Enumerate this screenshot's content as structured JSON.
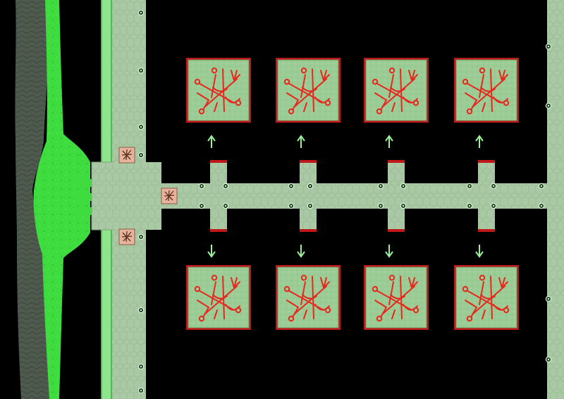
{
  "map": {
    "colors": {
      "background": "#000000",
      "floor": "#a9c9a5",
      "floor_edge": "#7fa27b",
      "bright_green": "#3fdc3f",
      "pale_green": "#8ee58c",
      "rock_grey": "#4f5a4f",
      "rune_red": "#e8271e",
      "tile_fill": "#9ccc95",
      "door_red": "#c01818",
      "arrow": "#9df09a",
      "stud": "#d9f2d5",
      "plaque": "#e6b49c"
    },
    "icons": {
      "rune": "rune-sigil-icon",
      "arrow_up": "arrow-up-icon",
      "arrow_down": "arrow-down-icon",
      "plaque": "glyph-plaque-icon",
      "stud": "stud-gem-icon"
    },
    "chambers": [
      {
        "id": "chamber-top-1",
        "row": "top",
        "col": 1
      },
      {
        "id": "chamber-top-2",
        "row": "top",
        "col": 2
      },
      {
        "id": "chamber-top-3",
        "row": "top",
        "col": 3
      },
      {
        "id": "chamber-top-4",
        "row": "top",
        "col": 4
      },
      {
        "id": "chamber-bottom-1",
        "row": "bottom",
        "col": 1
      },
      {
        "id": "chamber-bottom-2",
        "row": "bottom",
        "col": 2
      },
      {
        "id": "chamber-bottom-3",
        "row": "bottom",
        "col": 3
      },
      {
        "id": "chamber-bottom-4",
        "row": "bottom",
        "col": 4
      }
    ],
    "plaques": [
      {
        "id": "plaque-upper"
      },
      {
        "id": "plaque-middle"
      },
      {
        "id": "plaque-lower"
      }
    ]
  }
}
